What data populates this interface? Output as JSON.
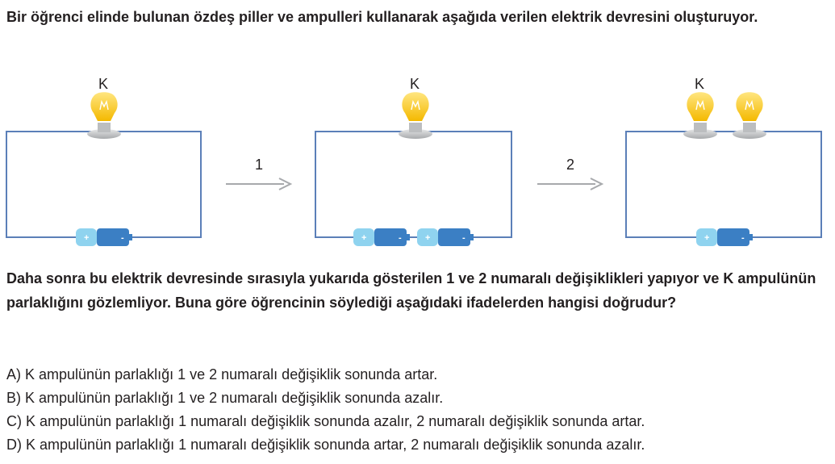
{
  "intro": "Bir öğrenci elinde bulunan özdeş piller ve ampulleri kullanarak aşağıda verilen elektrik devresini oluşturuyor.",
  "circuits": [
    {
      "bulb_label": "K",
      "bulbs": 1,
      "batteries": 1
    },
    {
      "bulb_label": "K",
      "bulbs": 1,
      "batteries": 2
    },
    {
      "bulb_label": "K",
      "bulbs": 2,
      "batteries": 1
    }
  ],
  "arrows": [
    "1",
    "2"
  ],
  "battery_terminals": {
    "plus": "+",
    "minus": "-"
  },
  "question": "Daha sonra bu elektrik devresinde sırasıyla yukarıda gösterilen 1 ve 2 numaralı değişiklikleri yapıyor ve K ampulünün parlaklığını gözlemliyor. Buna göre öğrencinin söylediği aşağıdaki ifadelerden hangisi doğrudur?",
  "choices": [
    "A) K ampulünün parlaklığı 1 ve 2 numaralı değişiklik sonunda artar.",
    "B) K ampulünün parlaklığı 1 ve 2 numaralı değişiklik sonunda azalır.",
    "C) K ampulünün parlaklığı 1 numaralı değişiklik sonunda azalır, 2 numaralı değişiklik sonunda artar.",
    "D) K ampulünün parlaklığı 1 numaralı değişiklik sonunda artar, 2 numaralı değişiklik sonunda azalır."
  ],
  "colors": {
    "wire": "#5b7fb8",
    "bulb": "#f7c823",
    "battery_light": "#8fd3ef",
    "battery_dark": "#3b7fc4",
    "arrow": "#a7a9ac"
  }
}
